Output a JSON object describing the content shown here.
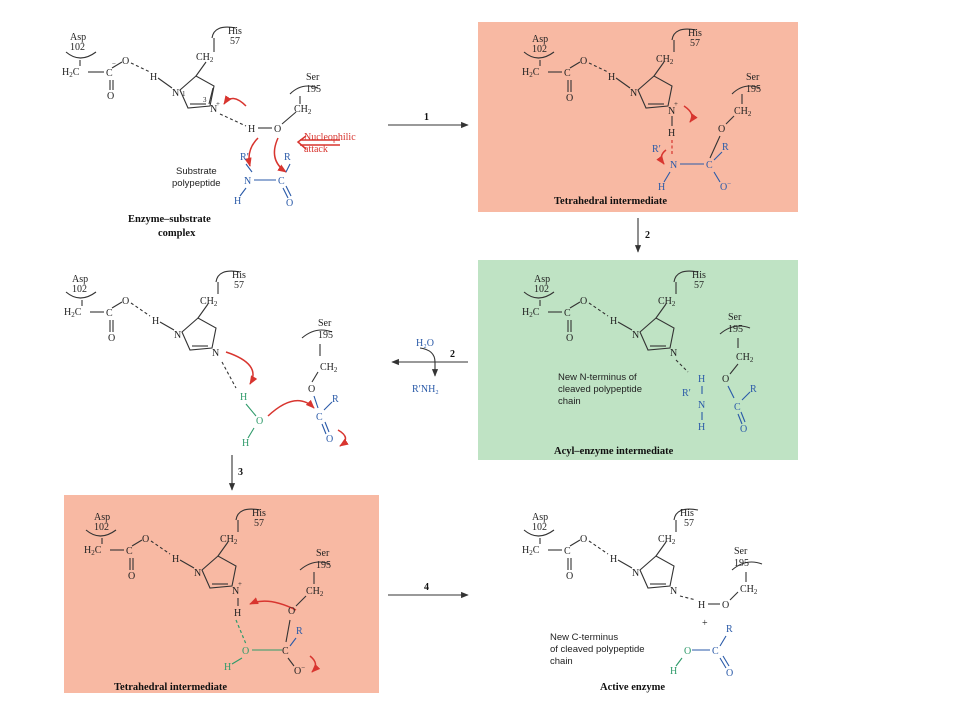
{
  "panels": [
    {
      "id": "p1",
      "caption": "Enzyme–substrate complex",
      "caption2": "complex",
      "bg": "#ffffff"
    },
    {
      "id": "p2",
      "caption": "Tetrahedral intermediate",
      "bg": "#f8b9a3"
    },
    {
      "id": "p3",
      "caption": "Acyl–enzyme intermediate",
      "bg": "#bfe3c4"
    },
    {
      "id": "p4",
      "caption": "",
      "bg": "#ffffff"
    },
    {
      "id": "p5",
      "caption": "Tetrahedral intermediate",
      "bg": "#f8b9a3"
    },
    {
      "id": "p6",
      "caption": "Active enzyme",
      "bg": "#ffffff"
    }
  ],
  "labels": {
    "asp": "Asp",
    "asp_num": "102",
    "his": "His",
    "his_num": "57",
    "ser": "Ser",
    "ser_num": "195",
    "nucleophilic": "Nucleophilic",
    "attack": "attack",
    "substrate": "Substrate",
    "polypeptide": "polypeptide",
    "enz_sub_1": "Enzyme–substrate",
    "enz_sub_2": "complex",
    "new_n_1": "New N-terminus of",
    "new_n_2": "cleaved polypeptide",
    "new_n_3": "chain",
    "new_c_1": "New C-terminus",
    "new_c_2": "of cleaved polypeptide",
    "new_c_3": "chain",
    "h2o": "H₂O",
    "rnh2": "R′NH₂",
    "plus": "+"
  },
  "steps": [
    "1",
    "2",
    "2",
    "3",
    "4"
  ],
  "colors": {
    "salmon": "#f8b9a3",
    "green": "#bfe3c4",
    "blue": "#2a5aa8",
    "green_atom": "#2e9a6a",
    "red": "#d8352f"
  }
}
